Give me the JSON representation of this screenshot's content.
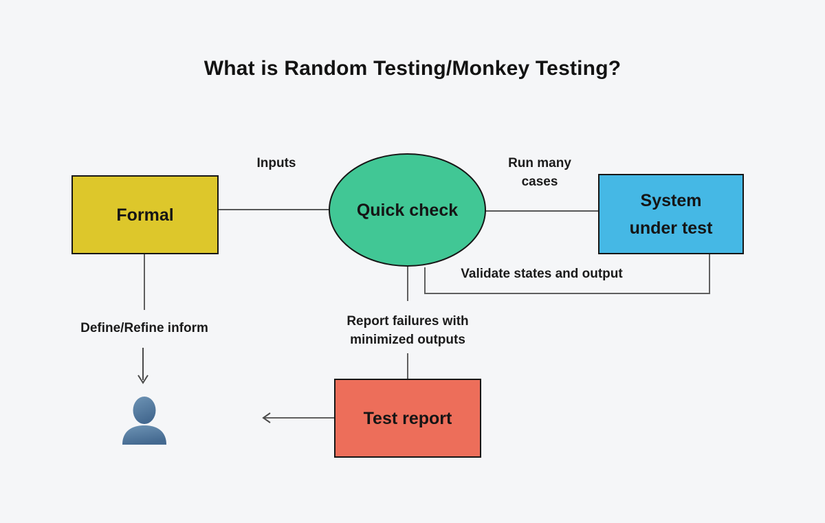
{
  "title": "What is Random Testing/Monkey Testing?",
  "colors": {
    "background": "#f5f6f8",
    "formal_fill": "#ddc72b",
    "quick_check_fill": "#41c795",
    "system_under_test_fill": "#45b8e5",
    "test_report_fill": "#ed6e5a",
    "node_border": "#161616",
    "connector_gray": "#5f5f5f",
    "connector_dark": "#222222",
    "person_icon_blue": "#54799e"
  },
  "nodes": {
    "formal": {
      "label": "Formal",
      "shape": "rectangle"
    },
    "quick_check": {
      "label": "Quick check",
      "shape": "ellipse"
    },
    "system_under_test": {
      "label": "System\nunder test",
      "shape": "rectangle"
    },
    "test_report": {
      "label": "Test report",
      "shape": "rectangle"
    },
    "user": {
      "icon": "person-icon"
    }
  },
  "edge_labels": {
    "inputs": "Inputs",
    "run_many_cases": "Run many\ncases",
    "validate": "Validate states and output",
    "report_failures": "Report failures with\nminimized outputs",
    "define_refine": "Define/Refine inform"
  }
}
